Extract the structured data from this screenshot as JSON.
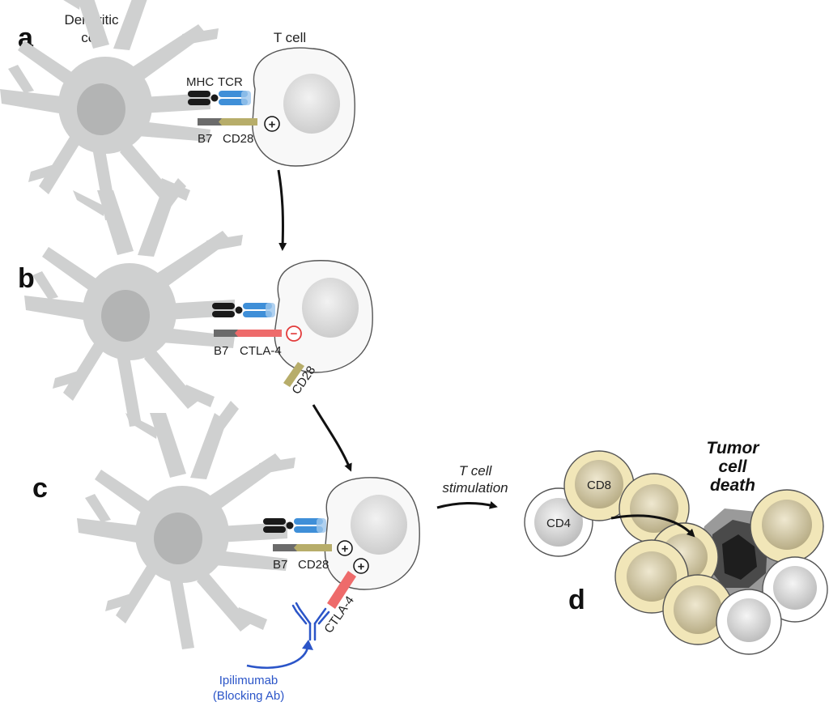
{
  "panels": {
    "a": {
      "letter": "a",
      "dendritic_label_line1": "Dendritic",
      "dendritic_label_line2": "cell",
      "tcell_label": "T cell",
      "mhc": "MHC",
      "tcr": "TCR",
      "b7": "B7",
      "cd28": "CD28",
      "signal": "+"
    },
    "b": {
      "letter": "b",
      "b7": "B7",
      "ctla4": "CTLA-4",
      "cd28": "CD28",
      "signal": "−"
    },
    "c": {
      "letter": "c",
      "b7": "B7",
      "cd28": "CD28",
      "ctla4": "CTLA-4",
      "signal1": "+",
      "signal2": "+",
      "antibody_line1": "Ipilimumab",
      "antibody_line2": "(Blocking Ab)"
    },
    "d": {
      "letter": "d",
      "stimulation_line1": "T cell",
      "stimulation_line2": "stimulation",
      "cd8": "CD8",
      "cd4": "CD4",
      "tumor_line1": "Tumor",
      "tumor_line2": "cell",
      "tumor_line3": "death"
    }
  },
  "colors": {
    "dendritic": "#cfd0d0",
    "dendritic_nucleus": "#b3b4b4",
    "mhc": "#1a1a1a",
    "tcr": "#3f8fd8",
    "b7": "#6b6b6b",
    "cd28": "#b7ad6a",
    "ctla4": "#ee6b6b",
    "inhibit": "#e23b3b",
    "antibody": "#2b55c8",
    "cd8_cell": "#f1e6b8",
    "tumor": "#4a4a4a"
  }
}
